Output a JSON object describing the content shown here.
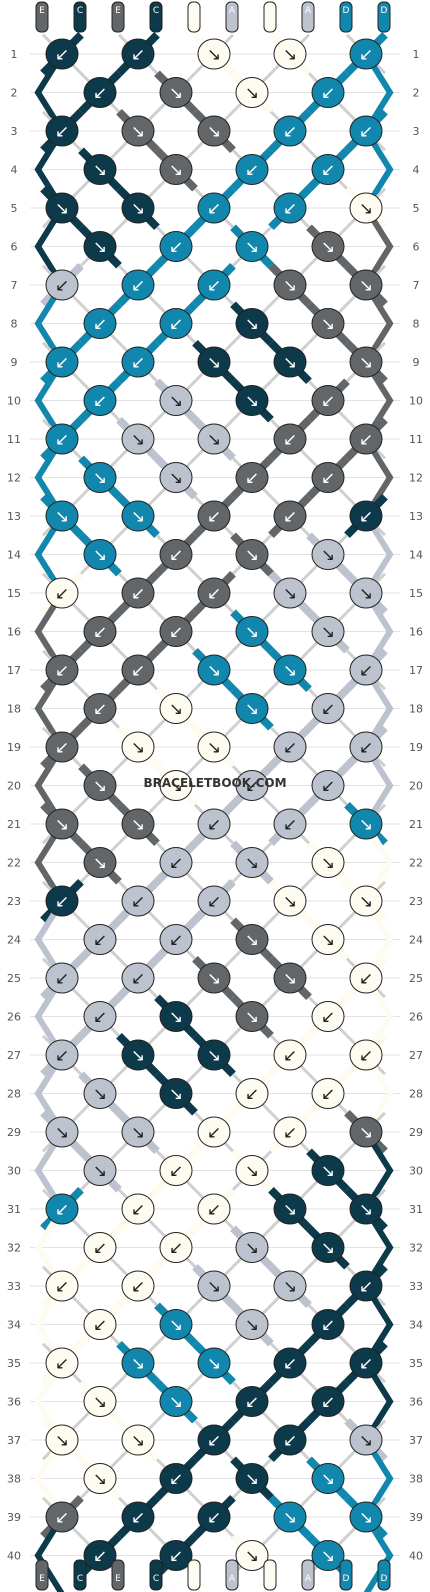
{
  "pattern": {
    "colors": {
      "A": "#bcc2ce",
      "B": "#fefcf0",
      "C": "#0c3a4a",
      "D": "#1287ad",
      "E": "#626669"
    },
    "strand_order": [
      "E",
      "C",
      "E",
      "C",
      "B",
      "A",
      "B",
      "A",
      "D",
      "D"
    ],
    "row_count": 40,
    "rows": [
      {
        "n": "1",
        "knots": [
          {
            "c": "C",
            "d": "↙"
          },
          {
            "c": "C",
            "d": "↙"
          },
          {
            "c": "B",
            "d": "↘"
          },
          {
            "c": "B",
            "d": "↘"
          },
          {
            "c": "D",
            "d": "↙"
          }
        ]
      },
      {
        "n": "2",
        "knots": [
          {
            "c": "C",
            "d": "↙"
          },
          {
            "c": "E",
            "d": "↘"
          },
          {
            "c": "B",
            "d": "↘"
          },
          {
            "c": "D",
            "d": "↙"
          }
        ]
      },
      {
        "n": "3",
        "knots": [
          {
            "c": "C",
            "d": "↙"
          },
          {
            "c": "E",
            "d": "↘"
          },
          {
            "c": "E",
            "d": "↘"
          },
          {
            "c": "D",
            "d": "↙"
          },
          {
            "c": "D",
            "d": "↙"
          }
        ]
      },
      {
        "n": "4",
        "knots": [
          {
            "c": "C",
            "d": "↘"
          },
          {
            "c": "E",
            "d": "↘"
          },
          {
            "c": "D",
            "d": "↙"
          },
          {
            "c": "D",
            "d": "↙"
          }
        ]
      },
      {
        "n": "5",
        "knots": [
          {
            "c": "C",
            "d": "↘"
          },
          {
            "c": "C",
            "d": "↘"
          },
          {
            "c": "D",
            "d": "↙"
          },
          {
            "c": "D",
            "d": "↙"
          },
          {
            "c": "B",
            "d": "↘"
          }
        ]
      },
      {
        "n": "6",
        "knots": [
          {
            "c": "C",
            "d": "↘"
          },
          {
            "c": "D",
            "d": "↙"
          },
          {
            "c": "D",
            "d": "↘"
          },
          {
            "c": "E",
            "d": "↘"
          }
        ]
      },
      {
        "n": "7",
        "knots": [
          {
            "c": "A",
            "d": "↙"
          },
          {
            "c": "D",
            "d": "↙"
          },
          {
            "c": "D",
            "d": "↙"
          },
          {
            "c": "E",
            "d": "↘"
          },
          {
            "c": "E",
            "d": "↘"
          }
        ]
      },
      {
        "n": "8",
        "knots": [
          {
            "c": "D",
            "d": "↙"
          },
          {
            "c": "D",
            "d": "↙"
          },
          {
            "c": "C",
            "d": "↘"
          },
          {
            "c": "E",
            "d": "↘"
          }
        ]
      },
      {
        "n": "9",
        "knots": [
          {
            "c": "D",
            "d": "↙"
          },
          {
            "c": "D",
            "d": "↙"
          },
          {
            "c": "C",
            "d": "↘"
          },
          {
            "c": "C",
            "d": "↘"
          },
          {
            "c": "E",
            "d": "↘"
          }
        ]
      },
      {
        "n": "10",
        "knots": [
          {
            "c": "D",
            "d": "↙"
          },
          {
            "c": "A",
            "d": "↘"
          },
          {
            "c": "C",
            "d": "↘"
          },
          {
            "c": "E",
            "d": "↙"
          }
        ]
      },
      {
        "n": "11",
        "knots": [
          {
            "c": "D",
            "d": "↙"
          },
          {
            "c": "A",
            "d": "↘"
          },
          {
            "c": "A",
            "d": "↘"
          },
          {
            "c": "E",
            "d": "↙"
          },
          {
            "c": "E",
            "d": "↙"
          }
        ]
      },
      {
        "n": "12",
        "knots": [
          {
            "c": "D",
            "d": "↘"
          },
          {
            "c": "A",
            "d": "↘"
          },
          {
            "c": "E",
            "d": "↙"
          },
          {
            "c": "E",
            "d": "↙"
          }
        ]
      },
      {
        "n": "13",
        "knots": [
          {
            "c": "D",
            "d": "↘"
          },
          {
            "c": "D",
            "d": "↘"
          },
          {
            "c": "E",
            "d": "↙"
          },
          {
            "c": "E",
            "d": "↙"
          },
          {
            "c": "C",
            "d": "↙"
          }
        ]
      },
      {
        "n": "14",
        "knots": [
          {
            "c": "D",
            "d": "↘"
          },
          {
            "c": "E",
            "d": "↙"
          },
          {
            "c": "E",
            "d": "↘"
          },
          {
            "c": "A",
            "d": "↘"
          }
        ]
      },
      {
        "n": "15",
        "knots": [
          {
            "c": "B",
            "d": "↙"
          },
          {
            "c": "E",
            "d": "↙"
          },
          {
            "c": "E",
            "d": "↙"
          },
          {
            "c": "A",
            "d": "↘"
          },
          {
            "c": "A",
            "d": "↘"
          }
        ]
      },
      {
        "n": "16",
        "knots": [
          {
            "c": "E",
            "d": "↙"
          },
          {
            "c": "E",
            "d": "↙"
          },
          {
            "c": "D",
            "d": "↘"
          },
          {
            "c": "A",
            "d": "↘"
          }
        ]
      },
      {
        "n": "17",
        "knots": [
          {
            "c": "E",
            "d": "↙"
          },
          {
            "c": "E",
            "d": "↙"
          },
          {
            "c": "D",
            "d": "↘"
          },
          {
            "c": "D",
            "d": "↘"
          },
          {
            "c": "A",
            "d": "↙"
          }
        ]
      },
      {
        "n": "18",
        "knots": [
          {
            "c": "E",
            "d": "↙"
          },
          {
            "c": "B",
            "d": "↘"
          },
          {
            "c": "D",
            "d": "↘"
          },
          {
            "c": "A",
            "d": "↙"
          }
        ]
      },
      {
        "n": "19",
        "knots": [
          {
            "c": "E",
            "d": "↙"
          },
          {
            "c": "B",
            "d": "↘"
          },
          {
            "c": "B",
            "d": "↘"
          },
          {
            "c": "A",
            "d": "↙"
          },
          {
            "c": "A",
            "d": "↙"
          }
        ]
      },
      {
        "n": "20",
        "knots": [
          {
            "c": "E",
            "d": "↘"
          },
          {
            "c": "B",
            "d": "↘"
          },
          {
            "c": "A",
            "d": "↙"
          },
          {
            "c": "A",
            "d": "↙"
          }
        ]
      },
      {
        "n": "21",
        "knots": [
          {
            "c": "E",
            "d": "↘"
          },
          {
            "c": "E",
            "d": "↘"
          },
          {
            "c": "A",
            "d": "↙"
          },
          {
            "c": "A",
            "d": "↙"
          },
          {
            "c": "D",
            "d": "↘"
          }
        ]
      },
      {
        "n": "22",
        "knots": [
          {
            "c": "E",
            "d": "↘"
          },
          {
            "c": "A",
            "d": "↙"
          },
          {
            "c": "A",
            "d": "↘"
          },
          {
            "c": "B",
            "d": "↘"
          }
        ]
      },
      {
        "n": "23",
        "knots": [
          {
            "c": "C",
            "d": "↙"
          },
          {
            "c": "A",
            "d": "↙"
          },
          {
            "c": "A",
            "d": "↙"
          },
          {
            "c": "B",
            "d": "↘"
          },
          {
            "c": "B",
            "d": "↘"
          }
        ]
      },
      {
        "n": "24",
        "knots": [
          {
            "c": "A",
            "d": "↙"
          },
          {
            "c": "A",
            "d": "↙"
          },
          {
            "c": "E",
            "d": "↘"
          },
          {
            "c": "B",
            "d": "↘"
          }
        ]
      },
      {
        "n": "25",
        "knots": [
          {
            "c": "A",
            "d": "↙"
          },
          {
            "c": "A",
            "d": "↙"
          },
          {
            "c": "E",
            "d": "↘"
          },
          {
            "c": "E",
            "d": "↘"
          },
          {
            "c": "B",
            "d": "↙"
          }
        ]
      },
      {
        "n": "26",
        "knots": [
          {
            "c": "A",
            "d": "↙"
          },
          {
            "c": "C",
            "d": "↘"
          },
          {
            "c": "E",
            "d": "↘"
          },
          {
            "c": "B",
            "d": "↙"
          }
        ]
      },
      {
        "n": "27",
        "knots": [
          {
            "c": "A",
            "d": "↙"
          },
          {
            "c": "C",
            "d": "↘"
          },
          {
            "c": "C",
            "d": "↘"
          },
          {
            "c": "B",
            "d": "↙"
          },
          {
            "c": "B",
            "d": "↙"
          }
        ]
      },
      {
        "n": "28",
        "knots": [
          {
            "c": "A",
            "d": "↘"
          },
          {
            "c": "C",
            "d": "↘"
          },
          {
            "c": "B",
            "d": "↙"
          },
          {
            "c": "B",
            "d": "↙"
          }
        ]
      },
      {
        "n": "29",
        "knots": [
          {
            "c": "A",
            "d": "↘"
          },
          {
            "c": "A",
            "d": "↘"
          },
          {
            "c": "B",
            "d": "↙"
          },
          {
            "c": "B",
            "d": "↙"
          },
          {
            "c": "E",
            "d": "↘"
          }
        ]
      },
      {
        "n": "30",
        "knots": [
          {
            "c": "A",
            "d": "↘"
          },
          {
            "c": "B",
            "d": "↙"
          },
          {
            "c": "B",
            "d": "↘"
          },
          {
            "c": "C",
            "d": "↘"
          }
        ]
      },
      {
        "n": "31",
        "knots": [
          {
            "c": "D",
            "d": "↙"
          },
          {
            "c": "B",
            "d": "↙"
          },
          {
            "c": "B",
            "d": "↙"
          },
          {
            "c": "C",
            "d": "↘"
          },
          {
            "c": "C",
            "d": "↘"
          }
        ]
      },
      {
        "n": "32",
        "knots": [
          {
            "c": "B",
            "d": "↙"
          },
          {
            "c": "B",
            "d": "↙"
          },
          {
            "c": "A",
            "d": "↘"
          },
          {
            "c": "C",
            "d": "↘"
          }
        ]
      },
      {
        "n": "33",
        "knots": [
          {
            "c": "B",
            "d": "↙"
          },
          {
            "c": "B",
            "d": "↙"
          },
          {
            "c": "A",
            "d": "↘"
          },
          {
            "c": "A",
            "d": "↘"
          },
          {
            "c": "C",
            "d": "↙"
          }
        ]
      },
      {
        "n": "34",
        "knots": [
          {
            "c": "B",
            "d": "↙"
          },
          {
            "c": "D",
            "d": "↘"
          },
          {
            "c": "A",
            "d": "↘"
          },
          {
            "c": "C",
            "d": "↙"
          }
        ]
      },
      {
        "n": "35",
        "knots": [
          {
            "c": "B",
            "d": "↙"
          },
          {
            "c": "D",
            "d": "↘"
          },
          {
            "c": "D",
            "d": "↘"
          },
          {
            "c": "C",
            "d": "↙"
          },
          {
            "c": "C",
            "d": "↙"
          }
        ]
      },
      {
        "n": "36",
        "knots": [
          {
            "c": "B",
            "d": "↘"
          },
          {
            "c": "D",
            "d": "↘"
          },
          {
            "c": "C",
            "d": "↙"
          },
          {
            "c": "C",
            "d": "↙"
          }
        ]
      },
      {
        "n": "37",
        "knots": [
          {
            "c": "B",
            "d": "↘"
          },
          {
            "c": "B",
            "d": "↘"
          },
          {
            "c": "C",
            "d": "↙"
          },
          {
            "c": "C",
            "d": "↙"
          },
          {
            "c": "A",
            "d": "↘"
          }
        ]
      },
      {
        "n": "38",
        "knots": [
          {
            "c": "B",
            "d": "↘"
          },
          {
            "c": "C",
            "d": "↙"
          },
          {
            "c": "C",
            "d": "↘"
          },
          {
            "c": "D",
            "d": "↘"
          }
        ]
      },
      {
        "n": "39",
        "knots": [
          {
            "c": "E",
            "d": "↙"
          },
          {
            "c": "C",
            "d": "↙"
          },
          {
            "c": "C",
            "d": "↙"
          },
          {
            "c": "D",
            "d": "↘"
          },
          {
            "c": "D",
            "d": "↘"
          }
        ]
      },
      {
        "n": "40",
        "knots": [
          {
            "c": "C",
            "d": "↙"
          },
          {
            "c": "C",
            "d": "↙"
          },
          {
            "c": "B",
            "d": "↘"
          },
          {
            "c": "D",
            "d": "↘"
          }
        ]
      }
    ]
  },
  "watermark": "BRACELETBOOK.COM"
}
